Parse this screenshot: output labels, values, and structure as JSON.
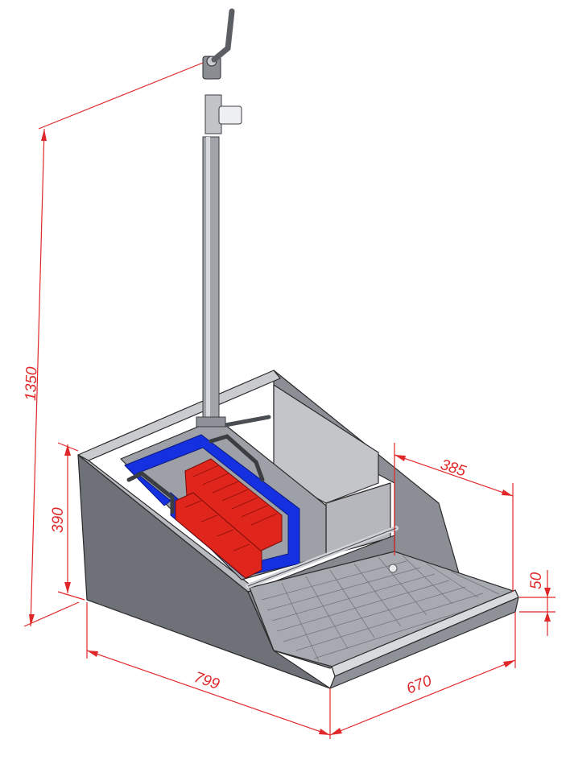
{
  "colors": {
    "dimension": "#e0282a",
    "steel_dark": "#777a80",
    "steel_mid": "#a7aab0",
    "steel_light": "#d2d4d8",
    "brush": "#e0261c",
    "frame": "#1530e0"
  },
  "dimensions": {
    "overall_height": "1350",
    "tub_height": "390",
    "tray_depth": "385",
    "tray_lip": "50",
    "length": "799",
    "width": "670"
  }
}
